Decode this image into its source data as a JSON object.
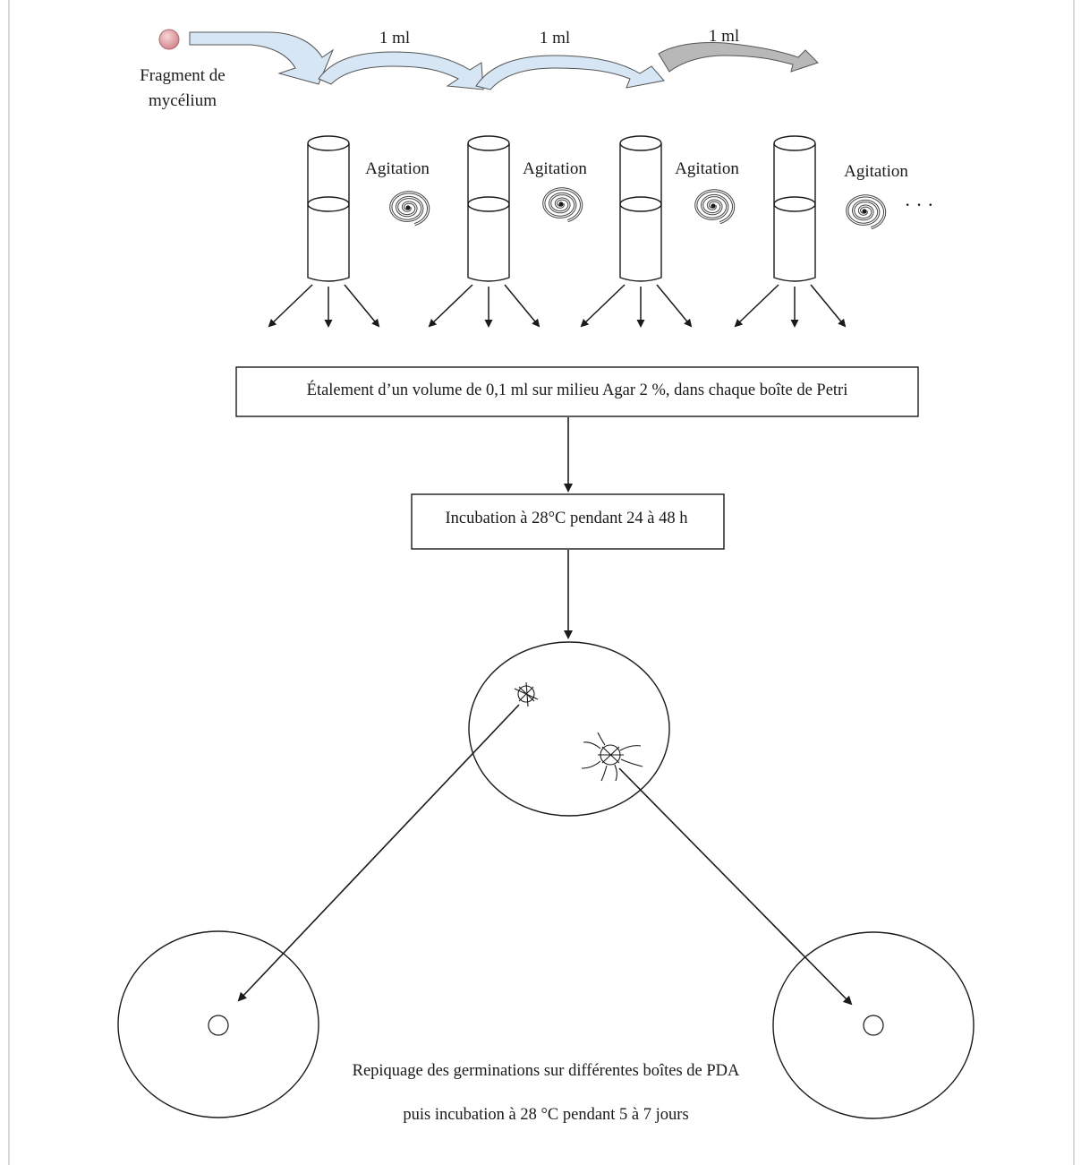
{
  "colors": {
    "ink": "#1a1a1a",
    "arrow_fill": "#d6e6f4",
    "arrow_fill_grey": "#b8b8b8",
    "bead": "#e2a4a8"
  },
  "top": {
    "source_label_line1": "Fragment de",
    "source_label_line2": "mycélium",
    "transfer_labels": [
      "1 ml",
      "1 ml",
      "1 ml"
    ]
  },
  "tubes": {
    "agitation_labels": [
      "Agitation",
      "Agitation",
      "Agitation",
      "Agitation"
    ],
    "ellipsis": "· · ·"
  },
  "steps": {
    "spread_box": "Étalement d’un volume de 0,1 ml sur milieu Agar 2 %, dans chaque boîte de Petri",
    "incubation_box": "Incubation à 28°C pendant 24 à 48 h"
  },
  "bottom": {
    "caption_line1": "Repiquage des germinations sur différentes boîtes de PDA",
    "caption_line2": "puis incubation à 28 °C pendant 5 à 7 jours"
  }
}
